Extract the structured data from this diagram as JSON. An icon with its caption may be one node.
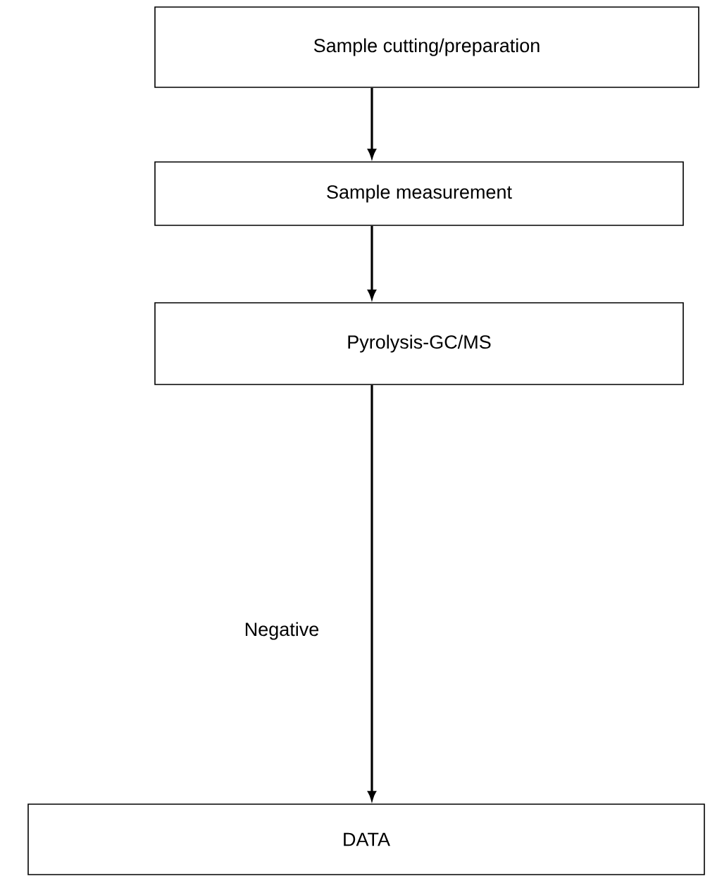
{
  "diagram": {
    "nodes": [
      {
        "text": [
          "Sample cutting/preparation"
        ]
      },
      {
        "text": [
          "Sample measurement"
        ]
      },
      {
        "text": [
          "Pyrolysis-GC/MS"
        ]
      },
      {
        "text": [
          "DATA"
        ]
      }
    ],
    "edges": [
      {
        "from": 0,
        "to": 1,
        "arrow": "to"
      },
      {
        "from": 1,
        "to": 2,
        "arrow": "to"
      },
      {
        "from": 2,
        "to": 3,
        "arrow": "to",
        "label": "Negative"
      }
    ]
  }
}
